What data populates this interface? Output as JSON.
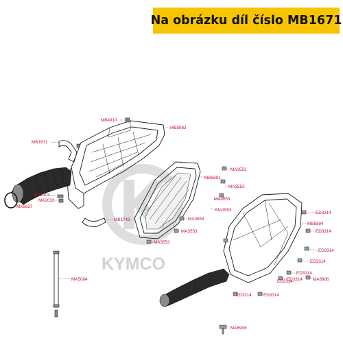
{
  "banner": {
    "text": "Na obrázku díl číslo MB1671",
    "color": "#f7c500"
  },
  "watermark": {
    "text": "KYMCO",
    "color": "#d4d4d4"
  },
  "label_color": "#c8102e",
  "callouts": [
    {
      "id": "mb4910",
      "text": "MB4910"
    },
    {
      "id": "mb5983",
      "text": "MB5983"
    },
    {
      "id": "mb1671",
      "text": "MB1671"
    },
    {
      "id": "ma3553-a",
      "text": "MA3553"
    },
    {
      "id": "mb5891",
      "text": "MB5891"
    },
    {
      "id": "ma3553-b",
      "text": "MA3553"
    },
    {
      "id": "mx2402",
      "text": "MX2402"
    },
    {
      "id": "ma2033",
      "text": "MA2033"
    },
    {
      "id": "mx5627",
      "text": "MX5627"
    },
    {
      "id": "ma3553-c",
      "text": "MA3553"
    },
    {
      "id": "ma3553-d",
      "text": "MA3553"
    },
    {
      "id": "mb1743",
      "text": "MB1743"
    },
    {
      "id": "ma3553-e",
      "text": "MA3553"
    },
    {
      "id": "ma3553-f",
      "text": "MA3553"
    },
    {
      "id": "ma3553-g",
      "text": "MA3553"
    },
    {
      "id": "ed3314-a",
      "text": "ED3314"
    },
    {
      "id": "mb5894",
      "text": "MB5894"
    },
    {
      "id": "ed3314-b",
      "text": "ED3314"
    },
    {
      "id": "ed3314-c",
      "text": "ED3314"
    },
    {
      "id": "ed3314-d",
      "text": "ED3314"
    },
    {
      "id": "ed3314-e",
      "text": "ED3314"
    },
    {
      "id": "ed3314-f",
      "text": "ED3314"
    },
    {
      "id": "ma6906-a",
      "text": "MA6906"
    },
    {
      "id": "ed3314-g",
      "text": "ED3314"
    },
    {
      "id": "ed3314-h",
      "text": "ED3314"
    },
    {
      "id": "ed3314-i",
      "text": "ED3314"
    },
    {
      "id": "ma5084",
      "text": "MA5084"
    },
    {
      "id": "ma6906-b",
      "text": "MA6906"
    }
  ]
}
